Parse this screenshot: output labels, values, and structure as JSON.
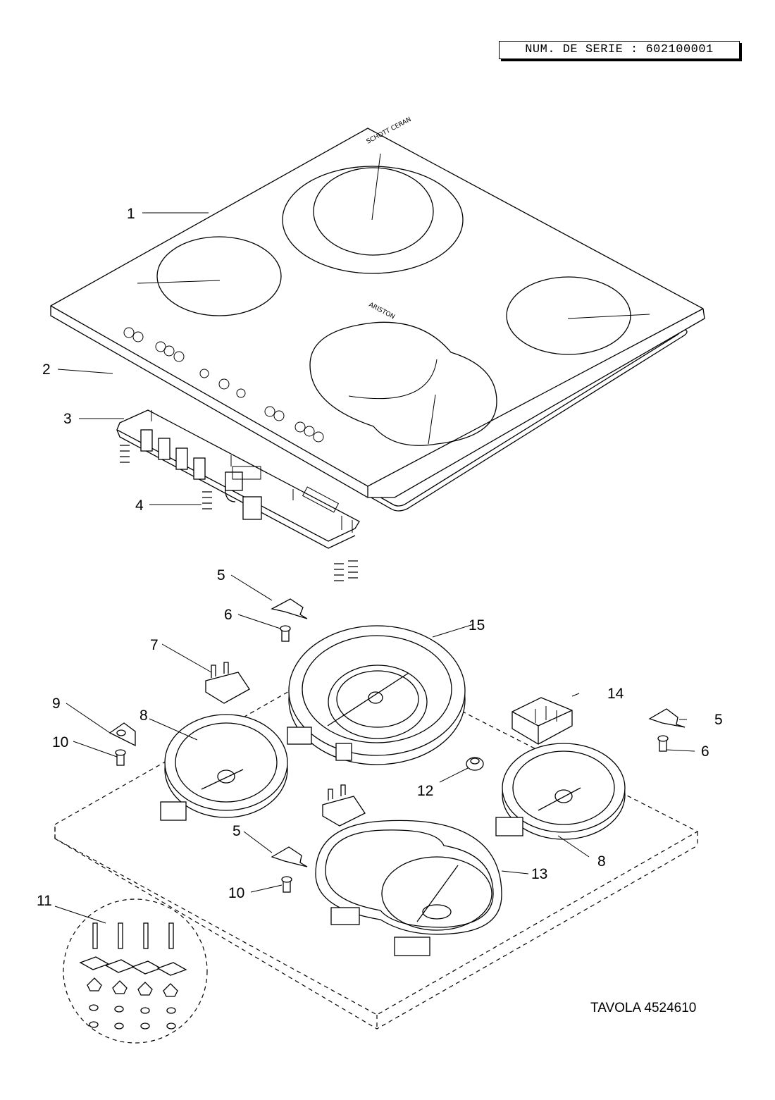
{
  "serial_label": "NUM. DE SERIE : 602100001",
  "plate_label": "TAVOLA 4524610",
  "callouts": [
    {
      "id": "c1",
      "text": "1"
    },
    {
      "id": "c2",
      "text": "2"
    },
    {
      "id": "c3",
      "text": "3"
    },
    {
      "id": "c4",
      "text": "4"
    },
    {
      "id": "c5a",
      "text": "5"
    },
    {
      "id": "c6a",
      "text": "6"
    },
    {
      "id": "c15",
      "text": "15"
    },
    {
      "id": "c7",
      "text": "7"
    },
    {
      "id": "c14",
      "text": "14"
    },
    {
      "id": "c9",
      "text": "9"
    },
    {
      "id": "c8a",
      "text": "8"
    },
    {
      "id": "c5b",
      "text": "5"
    },
    {
      "id": "c10a",
      "text": "10"
    },
    {
      "id": "c6b",
      "text": "6"
    },
    {
      "id": "c12",
      "text": "12"
    },
    {
      "id": "c8b",
      "text": "8"
    },
    {
      "id": "c5c",
      "text": "5"
    },
    {
      "id": "c13",
      "text": "13"
    },
    {
      "id": "c11",
      "text": "11"
    },
    {
      "id": "c10b",
      "text": "10"
    }
  ],
  "brand_marks": {
    "glass_brand": "SCHOTT CERAN",
    "appliance_brand": "ARISTON"
  }
}
